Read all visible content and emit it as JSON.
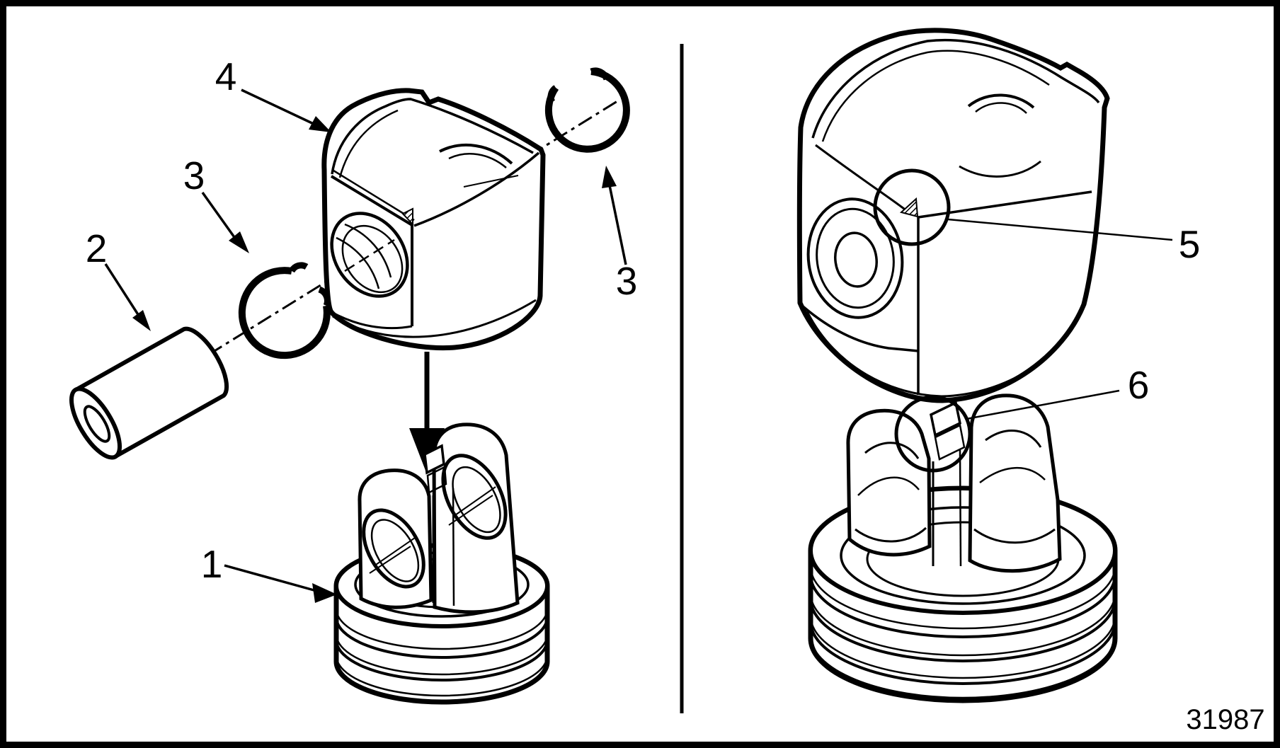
{
  "figure": {
    "figure_number": "31987",
    "exploded_view": {
      "callout_1": "1",
      "callout_2": "2",
      "callout_3_left": "3",
      "callout_3_right": "3",
      "callout_4": "4"
    },
    "assembled_view": {
      "callout_5": "5",
      "callout_6": "6"
    },
    "colors": {
      "line": "#000000",
      "background": "#ffffff"
    }
  }
}
